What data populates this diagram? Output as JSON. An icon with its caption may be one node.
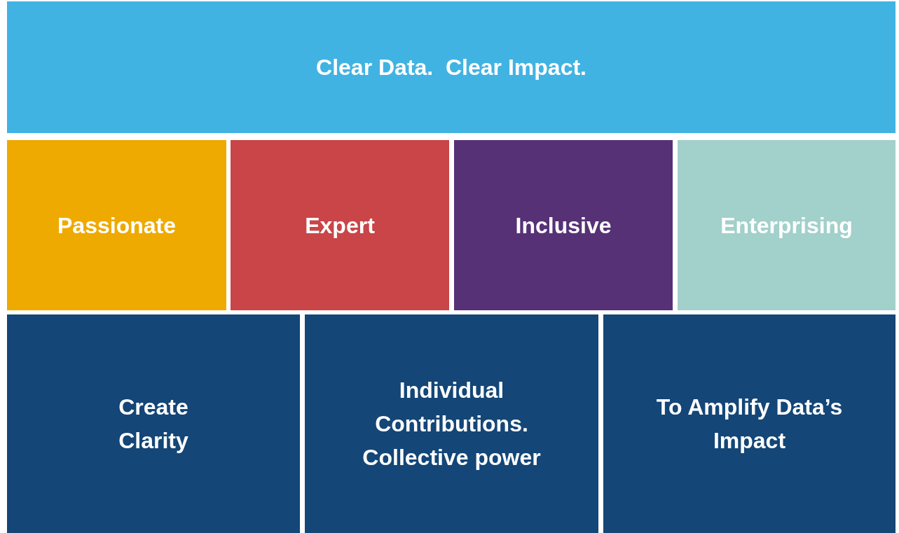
{
  "diagram": {
    "nodes": [
      {
        "text": [
          "Clear Data.  Clear Impact."
        ]
      },
      {
        "text": [
          "Passionate"
        ]
      },
      {
        "text": [
          "Expert"
        ]
      },
      {
        "text": [
          "Inclusive"
        ]
      },
      {
        "text": [
          "Enterprising"
        ]
      },
      {
        "text": [
          "Create Clarity"
        ]
      },
      {
        "text": [
          "Individual Contributions. Collective power"
        ]
      },
      {
        "text": [
          "To Amplify Data’s Impact"
        ]
      }
    ]
  }
}
